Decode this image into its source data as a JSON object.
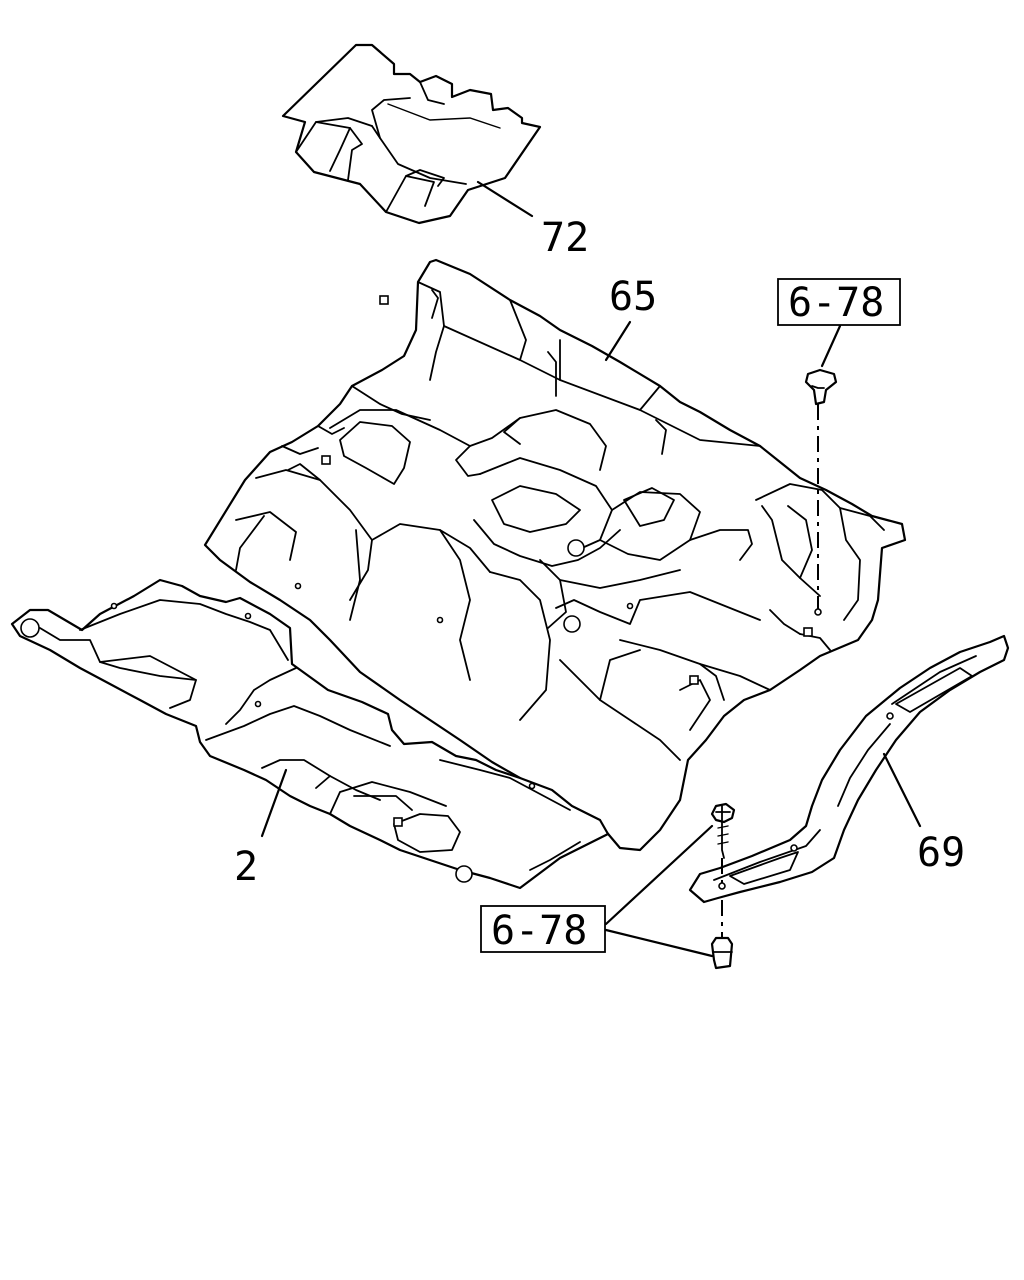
{
  "callouts": {
    "part_72": "72",
    "part_65": "65",
    "part_69": "69",
    "part_2": "2",
    "ref_top": "6-78",
    "ref_bottom": "6-78"
  }
}
